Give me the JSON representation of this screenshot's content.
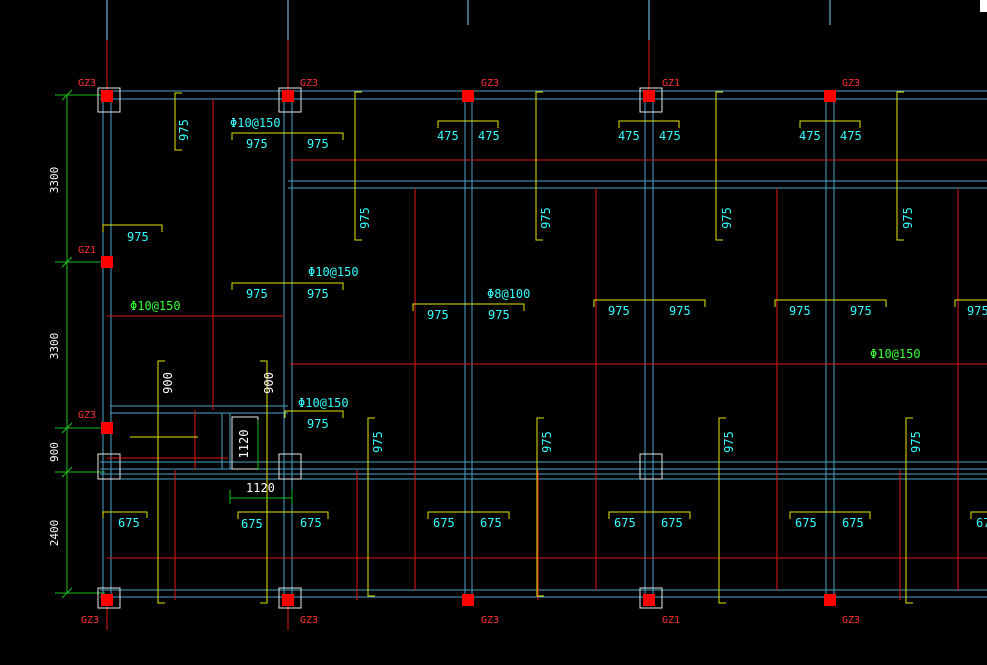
{
  "labels": {
    "gz": "GZ3",
    "gz_alt": "GZ1",
    "rebar_a": "Φ10@150",
    "rebar_b": "Φ8@100",
    "d975": "975",
    "d475": "475",
    "d675": "675",
    "d900": "900",
    "d1120": "1120"
  },
  "left_dims": [
    "3300",
    "3300",
    "900",
    "2400"
  ],
  "colors": {
    "background": "#000000",
    "beam_line": "#4aa3c8",
    "rebar_red": "#e01818",
    "bracket_yellow": "#e6e600",
    "text_cyan": "#33ffff",
    "text_green": "#33ff33",
    "column_red": "#ff0000",
    "dim_green": "#18c018"
  }
}
